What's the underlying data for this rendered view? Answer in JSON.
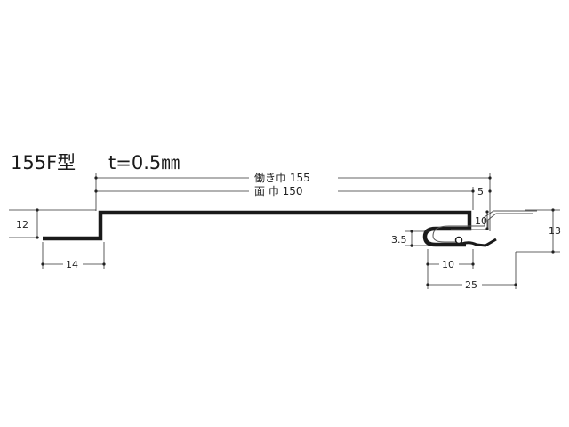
{
  "title": {
    "model": "155F型",
    "thickness": "t=0.5㎜"
  },
  "dimensions": {
    "working_width": "働き巾 155",
    "face_width": "面 巾 150",
    "height_left": "12",
    "step_left": "14",
    "joint_top_5": "5",
    "joint_10_vertical": "10",
    "joint_3_5": "3.5",
    "joint_10_horizontal": "10",
    "joint_25": "25",
    "height_right": "13"
  },
  "colors": {
    "profile": "#1a1a1a",
    "dimension": "#333333",
    "adjacent_panel": "#555555"
  }
}
